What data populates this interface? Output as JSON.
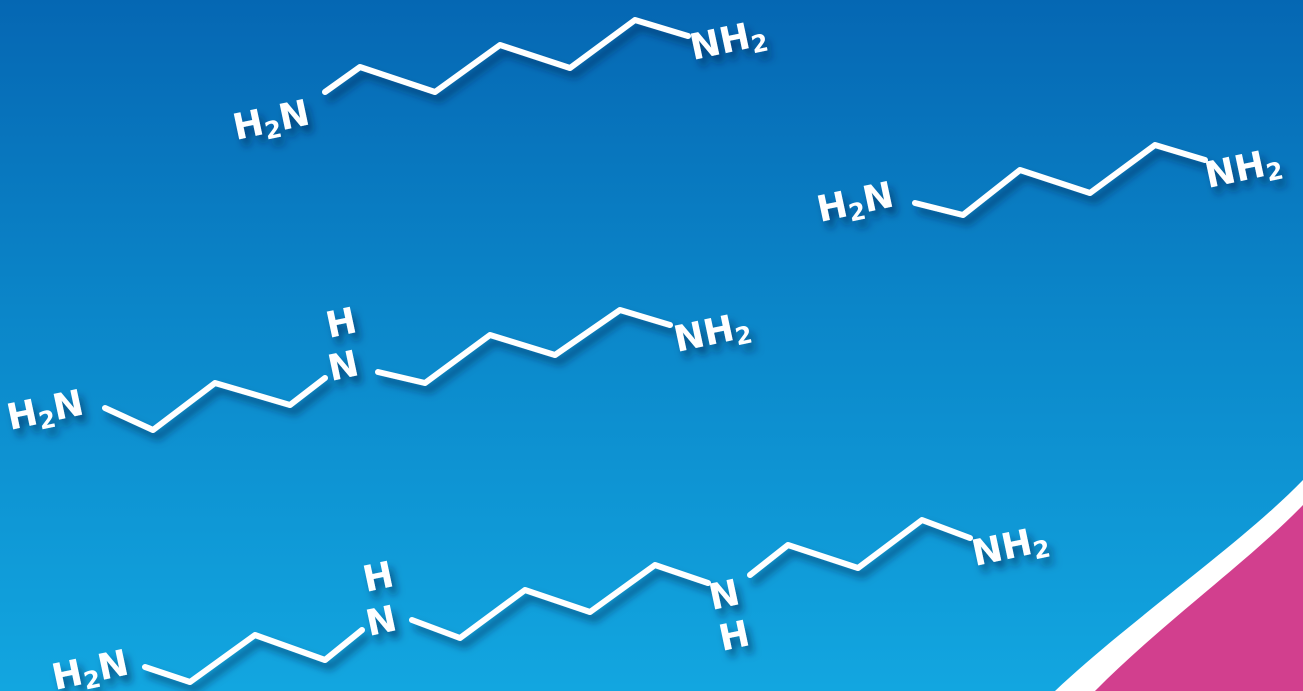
{
  "background": {
    "gradient_top": "#0567b3",
    "gradient_bottom": "#12a6e0",
    "corner_accent": "#d23f8e",
    "corner_rim": "#ffffff"
  },
  "molecules": [
    {
      "atoms": [
        {
          "main": "H",
          "sub": "2",
          "tail": "N"
        },
        {
          "main": "NH",
          "sub": "2",
          "tail": ""
        }
      ]
    },
    {
      "atoms": [
        {
          "main": "H",
          "sub": "2",
          "tail": "N"
        },
        {
          "main": "NH",
          "sub": "2",
          "tail": ""
        }
      ]
    },
    {
      "atoms": [
        {
          "main": "H",
          "sub": "2",
          "tail": "N"
        },
        {
          "main": "N",
          "sub": "",
          "tail": ""
        },
        {
          "main": "H",
          "sub": "",
          "tail": ""
        },
        {
          "main": "NH",
          "sub": "2",
          "tail": ""
        }
      ]
    },
    {
      "atoms": [
        {
          "main": "H",
          "sub": "2",
          "tail": "N"
        },
        {
          "main": "N",
          "sub": "",
          "tail": ""
        },
        {
          "main": "H",
          "sub": "",
          "tail": ""
        },
        {
          "main": "N",
          "sub": "",
          "tail": ""
        },
        {
          "main": "H",
          "sub": "",
          "tail": ""
        },
        {
          "main": "NH",
          "sub": "2",
          "tail": ""
        }
      ]
    }
  ]
}
